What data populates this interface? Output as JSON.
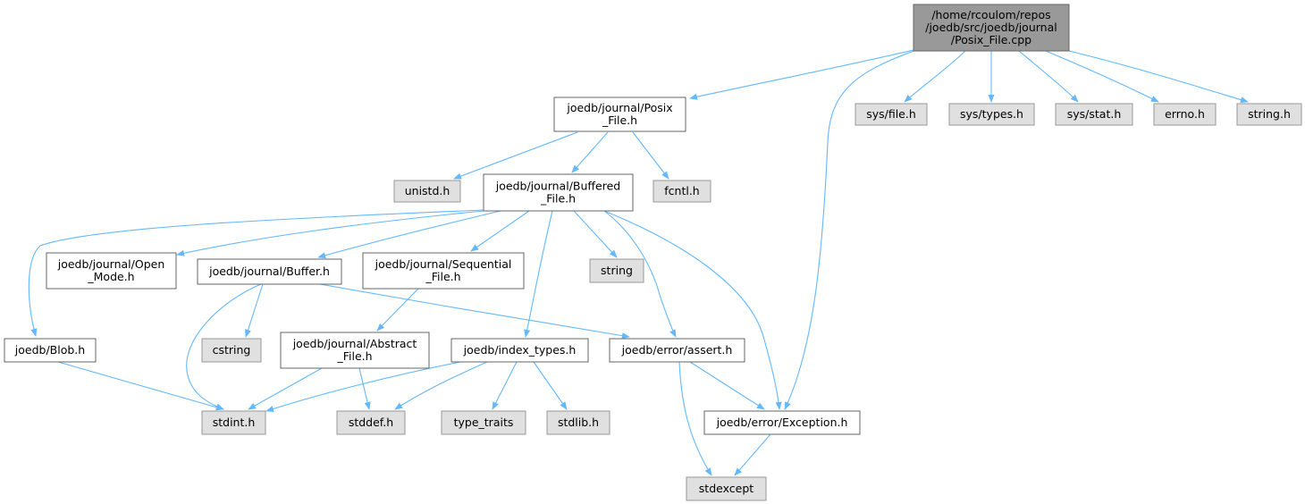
{
  "colors": {
    "edge": "#63b8ff",
    "root_fill": "#999999",
    "system_fill": "#e0e0e0",
    "system_stroke": "#999999",
    "local_fill": "#ffffff",
    "border": "#666666"
  },
  "nodes": [
    {
      "id": "root",
      "kind": "root",
      "lines": [
        "/home/rcoulom/repos",
        "/joedb/src/joedb/journal",
        "/Posix_File.cpp"
      ]
    },
    {
      "id": "posix_h",
      "kind": "local",
      "lines": [
        "joedb/journal/Posix",
        "_File.h"
      ]
    },
    {
      "id": "sysfile",
      "kind": "system",
      "lines": [
        "sys/file.h"
      ]
    },
    {
      "id": "systypes",
      "kind": "system",
      "lines": [
        "sys/types.h"
      ]
    },
    {
      "id": "sysstat",
      "kind": "system",
      "lines": [
        "sys/stat.h"
      ]
    },
    {
      "id": "errno",
      "kind": "system",
      "lines": [
        "errno.h"
      ]
    },
    {
      "id": "stringh",
      "kind": "system",
      "lines": [
        "string.h"
      ]
    },
    {
      "id": "unistd",
      "kind": "system",
      "lines": [
        "unistd.h"
      ]
    },
    {
      "id": "buffered",
      "kind": "local",
      "lines": [
        "joedb/journal/Buffered",
        "_File.h"
      ]
    },
    {
      "id": "fcntl",
      "kind": "system",
      "lines": [
        "fcntl.h"
      ]
    },
    {
      "id": "openmode",
      "kind": "local",
      "lines": [
        "joedb/journal/Open",
        "_Mode.h"
      ]
    },
    {
      "id": "buffer",
      "kind": "local",
      "lines": [
        "joedb/journal/Buffer.h"
      ]
    },
    {
      "id": "sequential",
      "kind": "local",
      "lines": [
        "joedb/journal/Sequential",
        "_File.h"
      ]
    },
    {
      "id": "string",
      "kind": "system",
      "lines": [
        "string"
      ]
    },
    {
      "id": "blob",
      "kind": "local",
      "lines": [
        "joedb/Blob.h"
      ]
    },
    {
      "id": "cstring",
      "kind": "system",
      "lines": [
        "cstring"
      ]
    },
    {
      "id": "abstract",
      "kind": "local",
      "lines": [
        "joedb/journal/Abstract",
        "_File.h"
      ]
    },
    {
      "id": "indextypes",
      "kind": "local",
      "lines": [
        "joedb/index_types.h"
      ]
    },
    {
      "id": "assert",
      "kind": "local",
      "lines": [
        "joedb/error/assert.h"
      ]
    },
    {
      "id": "stdint",
      "kind": "system",
      "lines": [
        "stdint.h"
      ]
    },
    {
      "id": "stddef",
      "kind": "system",
      "lines": [
        "stddef.h"
      ]
    },
    {
      "id": "typetraits",
      "kind": "system",
      "lines": [
        "type_traits"
      ]
    },
    {
      "id": "stdlib",
      "kind": "system",
      "lines": [
        "stdlib.h"
      ]
    },
    {
      "id": "exception",
      "kind": "local",
      "lines": [
        "joedb/error/Exception.h"
      ]
    },
    {
      "id": "stdexcept",
      "kind": "system",
      "lines": [
        "stdexcept"
      ]
    }
  ],
  "edges": [
    [
      "root",
      "posix_h"
    ],
    [
      "root",
      "exception"
    ],
    [
      "root",
      "sysfile"
    ],
    [
      "root",
      "systypes"
    ],
    [
      "root",
      "sysstat"
    ],
    [
      "root",
      "errno"
    ],
    [
      "root",
      "stringh"
    ],
    [
      "posix_h",
      "unistd"
    ],
    [
      "posix_h",
      "buffered"
    ],
    [
      "posix_h",
      "fcntl"
    ],
    [
      "buffered",
      "blob"
    ],
    [
      "buffered",
      "openmode"
    ],
    [
      "buffered",
      "buffer"
    ],
    [
      "buffered",
      "sequential"
    ],
    [
      "buffered",
      "string"
    ],
    [
      "buffered",
      "indextypes"
    ],
    [
      "buffered",
      "assert"
    ],
    [
      "buffered",
      "exception"
    ],
    [
      "buffer",
      "stdint"
    ],
    [
      "buffer",
      "cstring"
    ],
    [
      "buffer",
      "assert"
    ],
    [
      "sequential",
      "abstract"
    ],
    [
      "blob",
      "stdint"
    ],
    [
      "abstract",
      "stdint"
    ],
    [
      "abstract",
      "stddef"
    ],
    [
      "indextypes",
      "stdint"
    ],
    [
      "indextypes",
      "stddef"
    ],
    [
      "indextypes",
      "typetraits"
    ],
    [
      "indextypes",
      "stdlib"
    ],
    [
      "assert",
      "exception"
    ],
    [
      "assert",
      "stdexcept"
    ],
    [
      "exception",
      "stdexcept"
    ]
  ]
}
